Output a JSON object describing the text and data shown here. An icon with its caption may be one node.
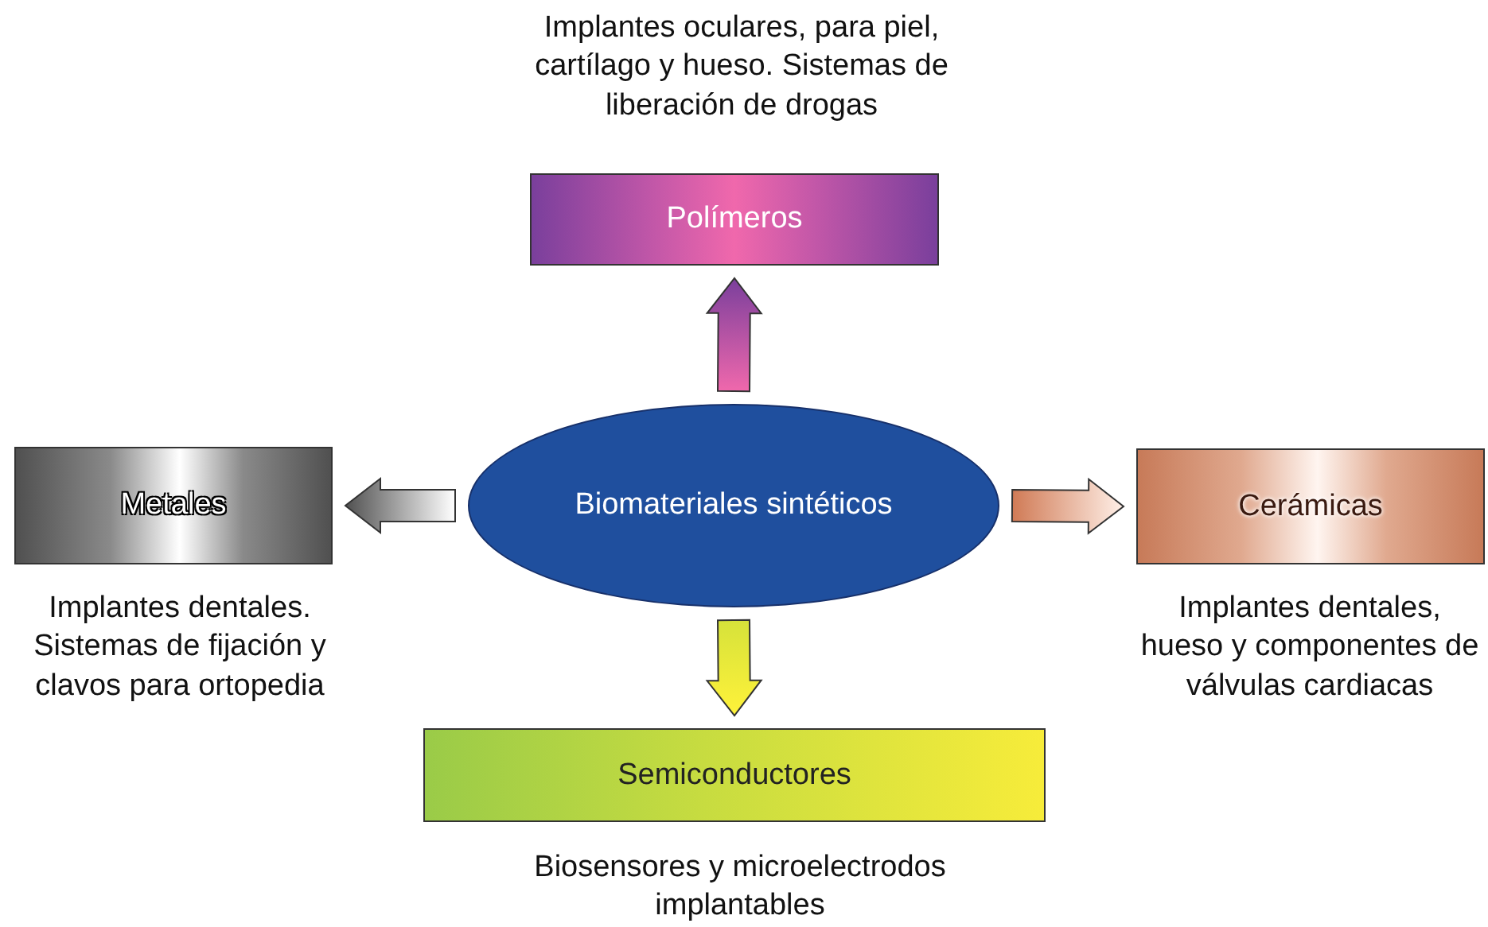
{
  "diagram": {
    "nodes": [
      {
        "text": [
          "Biomateriales sintéticos"
        ]
      },
      {
        "text": [
          "Polímeros"
        ],
        "beside": [
          "Implantes oculares, para piel, cartílago y hueso. Sistemas de liberación de drogas"
        ]
      },
      {
        "text": [
          "Metales"
        ],
        "beside": [
          "Implantes dentales. Sistemas de fijación y clavos para ortopedia"
        ]
      },
      {
        "text": [
          "Cerámicas"
        ],
        "beside": [
          "Implantes dentales, hueso y componentes de válvulas cardiacas"
        ]
      },
      {
        "text": [
          "Semiconductores"
        ],
        "beside": [
          "Biosensores y microelectrodos implantables"
        ]
      }
    ],
    "edges": [
      {
        "from": 0,
        "to": 1,
        "arrow": "to"
      },
      {
        "from": 0,
        "to": 2,
        "arrow": "to"
      },
      {
        "from": 0,
        "to": 3,
        "arrow": "to"
      },
      {
        "from": 0,
        "to": 4,
        "arrow": "to"
      }
    ]
  }
}
